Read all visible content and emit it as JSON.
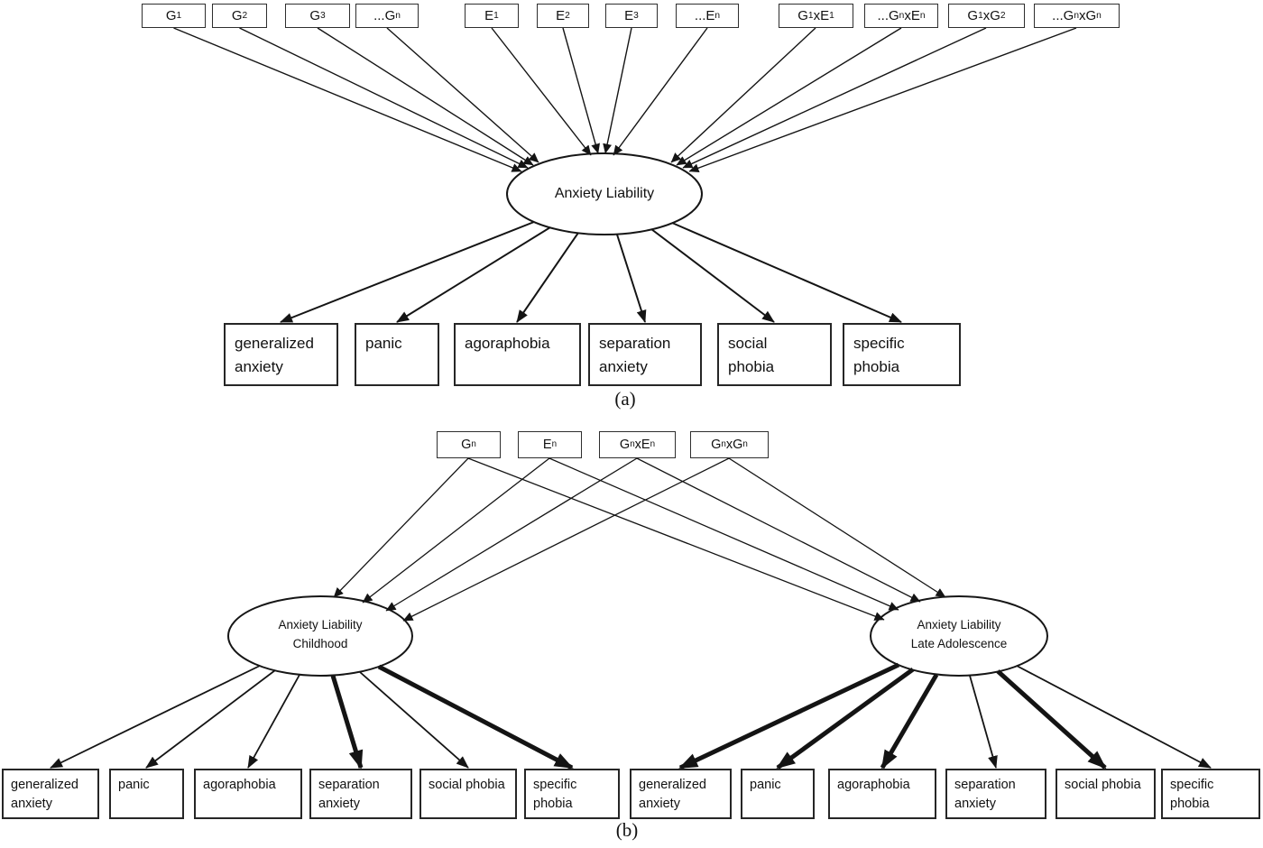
{
  "figure": {
    "panel_a": {
      "caption": "(a)",
      "top_boxes": [
        "G_1",
        "G_2",
        "G_3",
        "...G_n",
        "E_1",
        "E_2",
        "E_3",
        "...E_n",
        "G_1xE_1",
        "...G_nxE_n",
        "G_1xG_2",
        "...G_nxG_n"
      ],
      "latent": "Anxiety Liability",
      "outcomes": [
        "generalized\nanxiety",
        "panic",
        "agoraphobia",
        "separation\nanxiety",
        "social\nphobia",
        "specific\nphobia"
      ]
    },
    "panel_b": {
      "caption": "(b)",
      "top_boxes": [
        "G_n",
        "E_n",
        "G_nxE_n",
        "G_nxG_n"
      ],
      "latent_childhood": "Anxiety Liability\nChildhood",
      "latent_late_adolescence": "Anxiety Liability\nLate Adolescence",
      "outcomes_childhood": [
        "generalized\nanxiety",
        "panic",
        "agoraphobia",
        "separation\nanxiety",
        "social phobia",
        "specific\nphobia"
      ],
      "outcomes_late_adolescence": [
        "generalized\nanxiety",
        "panic",
        "agoraphobia",
        "separation\nanxiety",
        "social phobia",
        "specific\nphobia"
      ],
      "loading_weights": {
        "childhood": [
          "thin",
          "thin",
          "thin",
          "thick",
          "thin",
          "thick"
        ],
        "late_adolescence": [
          "thick",
          "thick",
          "thick",
          "thin",
          "thick",
          "thin"
        ]
      }
    },
    "colors": {
      "line": "#141414",
      "background": "#ffffff"
    }
  }
}
